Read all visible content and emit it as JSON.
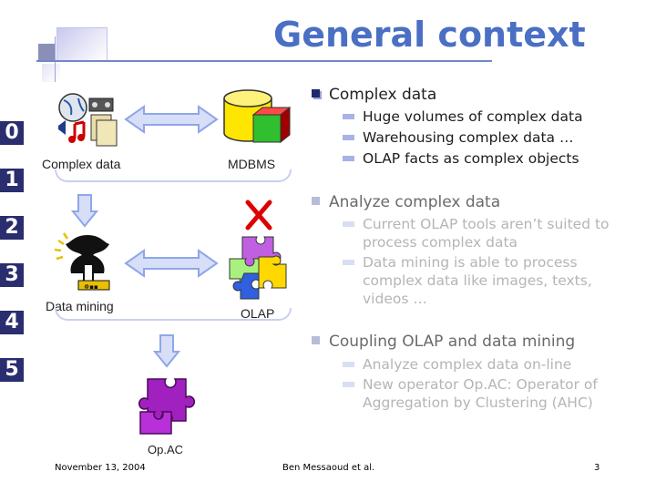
{
  "slide": {
    "title": "General context",
    "footer": {
      "date": "November 13, 2004",
      "author": "Ben Messaoud et al.",
      "page": "3"
    }
  },
  "step_numbers": [
    "0",
    "1",
    "2",
    "3",
    "4",
    "5"
  ],
  "diagram": {
    "complex_data_label": "Complex data",
    "mdbms_label": "MDBMS",
    "data_mining_label": "Data mining",
    "olap_label": "OLAP",
    "opac_label": "Op.AC"
  },
  "bullets": {
    "complex_data": {
      "heading": "Complex data",
      "items": [
        "Huge volumes of complex data",
        "Warehousing complex data …",
        "OLAP facts as complex objects"
      ]
    },
    "analyze": {
      "heading": "Analyze complex data",
      "items": [
        "Current OLAP tools aren’t suited to process complex data",
        "Data mining is able to process complex data like images, texts, videos …"
      ]
    },
    "coupling": {
      "heading": "Coupling OLAP and data mining",
      "items": [
        "Analyze complex data on-line",
        "New operator Op.AC: Operator of Aggregation by Clustering (AHC)"
      ]
    }
  },
  "colors": {
    "title": "#4a6fc4",
    "accent_navy": "#2a2d6e",
    "puzzle_purple": "#a020c0",
    "arrow_blue": "#8fa6e8",
    "cross_red": "#dd0000"
  }
}
